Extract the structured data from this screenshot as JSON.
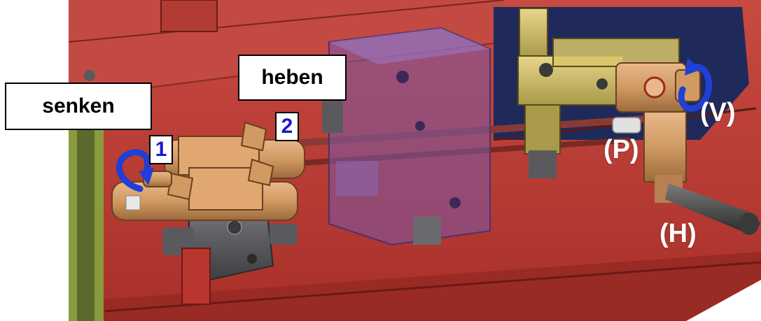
{
  "labels": {
    "senken": "senken",
    "heben": "heben",
    "num1": "1",
    "num2": "2",
    "v": "(V)",
    "p": "(P)",
    "h": "(H)"
  },
  "colors": {
    "frame_red": "#c8443c",
    "plate_red": "#b8372f",
    "valve_bronze": "#d9a066",
    "valve_yellow": "#d8c46a",
    "manifold_purple": "#7a5aa8",
    "navy_panel": "#1f2a5a",
    "arrow_blue": "#1f3fd6",
    "gray_block": "#5a5a5c",
    "olive_edge": "#7a8a3a"
  },
  "icons": [
    "rotate-arrow-icon",
    "rotate-arrow-icon"
  ]
}
